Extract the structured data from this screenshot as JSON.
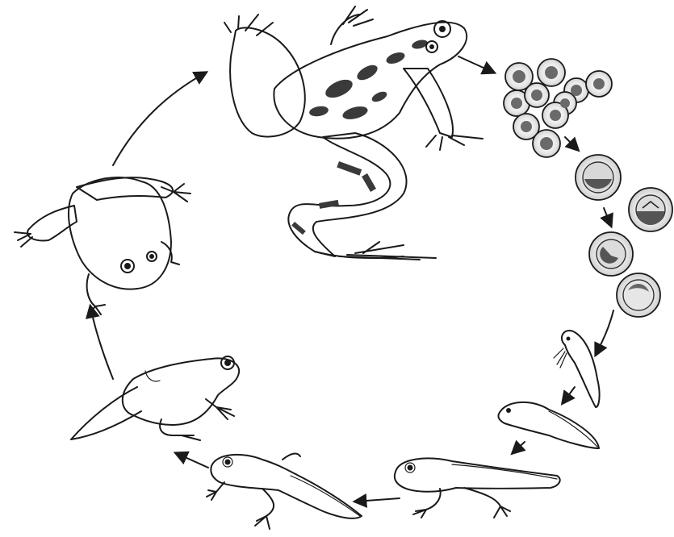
{
  "diagram": {
    "kind": "frog-life-cycle",
    "ink_color": "#1a1a1a",
    "background": "#ffffff",
    "stages": [
      "adult-frog",
      "egg-cluster",
      "developing-eggs",
      "young-tadpole",
      "tadpole",
      "tadpole-with-hind-legs",
      "tadpole-with-four-legs",
      "froglet-with-tail",
      "young-frog"
    ]
  }
}
